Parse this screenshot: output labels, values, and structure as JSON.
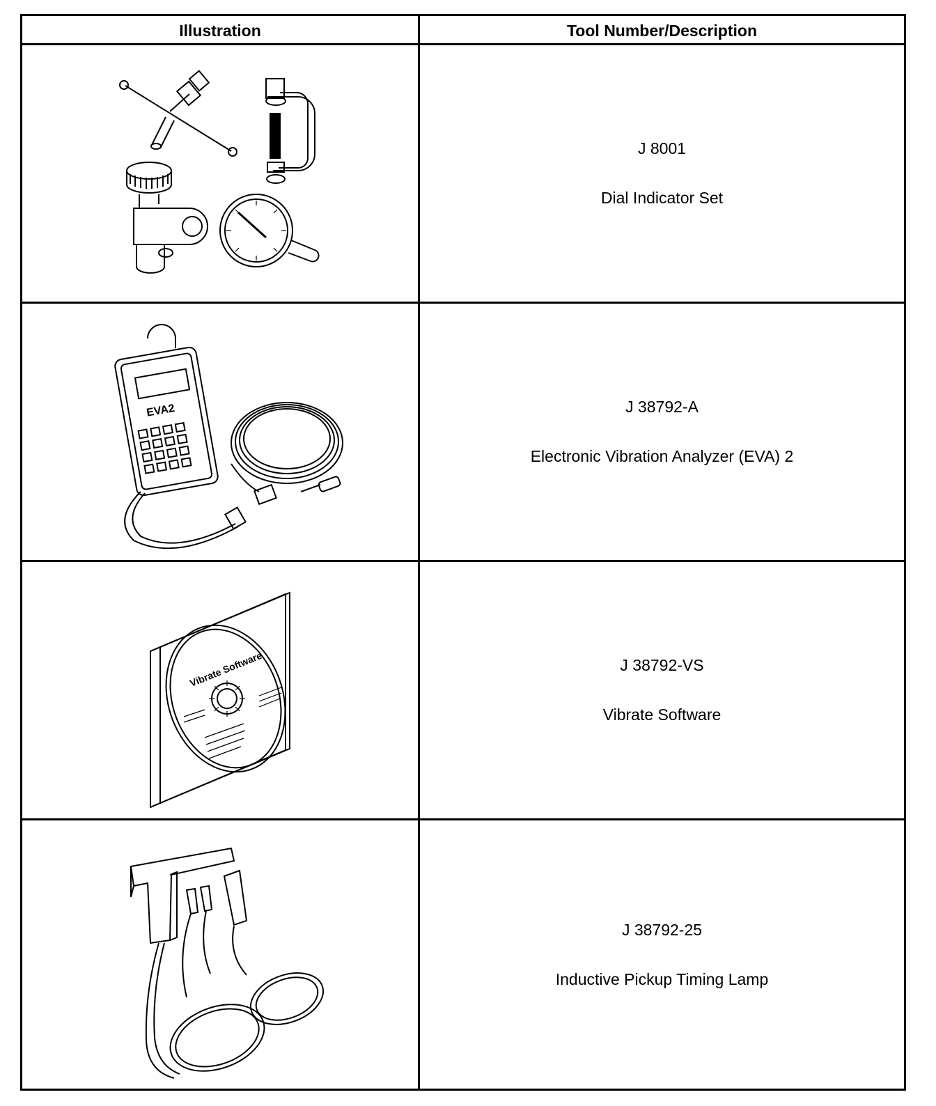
{
  "header": {
    "illustration": "Illustration",
    "tool": "Tool Number/Description"
  },
  "rows": [
    {
      "number": "J 8001",
      "description": "Dial Indicator Set",
      "icon": "dial-indicator-set-icon"
    },
    {
      "number": "J 38792-A",
      "description": "Electronic Vibration Analyzer (EVA) 2",
      "icon": "vibration-analyzer-icon",
      "device_label": "EVA2"
    },
    {
      "number": "J 38792-VS",
      "description": "Vibrate Software",
      "icon": "software-cd-icon",
      "cd_label": "Vibrate Software"
    },
    {
      "number": "J 38792-25",
      "description": "Inductive Pickup Timing Lamp",
      "icon": "timing-lamp-icon"
    }
  ]
}
